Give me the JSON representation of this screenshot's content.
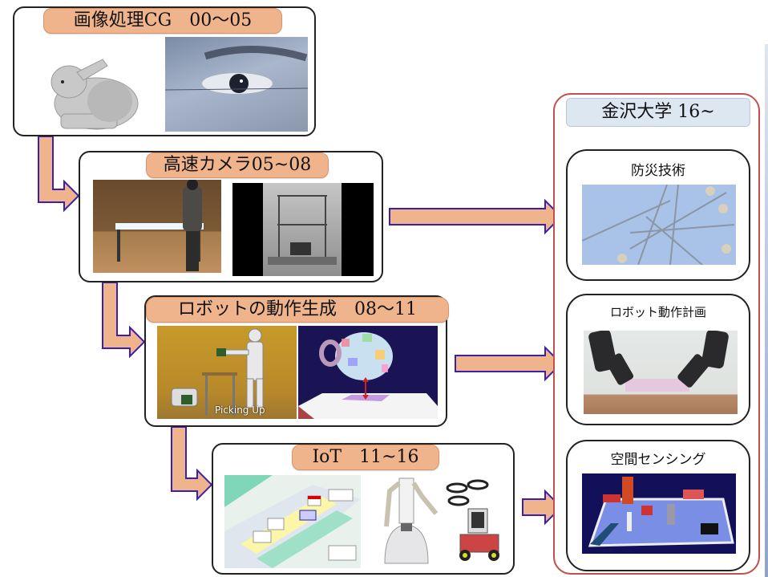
{
  "stages": [
    {
      "title": "画像処理CG　00〜05",
      "images": [
        "bunny-3d-model",
        "eye-closeup"
      ]
    },
    {
      "title": "高速カメラ05~08",
      "images": [
        "gym-table-experiment",
        "high-speed-rig"
      ]
    },
    {
      "title": "ロボットの動作生成　08〜11",
      "images": [
        "humanoid-robot-picking",
        "textured-mug-render"
      ],
      "caption": "Picking Up"
    },
    {
      "title": "IoT　11~16",
      "images": [
        "smart-town-illustration",
        "dual-arm-robot",
        "drone-and-rover"
      ]
    }
  ],
  "university": {
    "title": "金沢大学 16~",
    "topics": [
      {
        "title": "防災技術",
        "image": "power-transmission-tower"
      },
      {
        "title": "ロボット動作計画",
        "image": "robot-gripper-arms"
      },
      {
        "title": "空間センシング",
        "image": "room-3d-sensing-render"
      }
    ]
  },
  "colors": {
    "arrow_fill": "#f0b48c",
    "arrow_stroke": "#3a1fb0",
    "univ_border": "#c0504d",
    "univ_title_bg": "#dde7f2"
  }
}
